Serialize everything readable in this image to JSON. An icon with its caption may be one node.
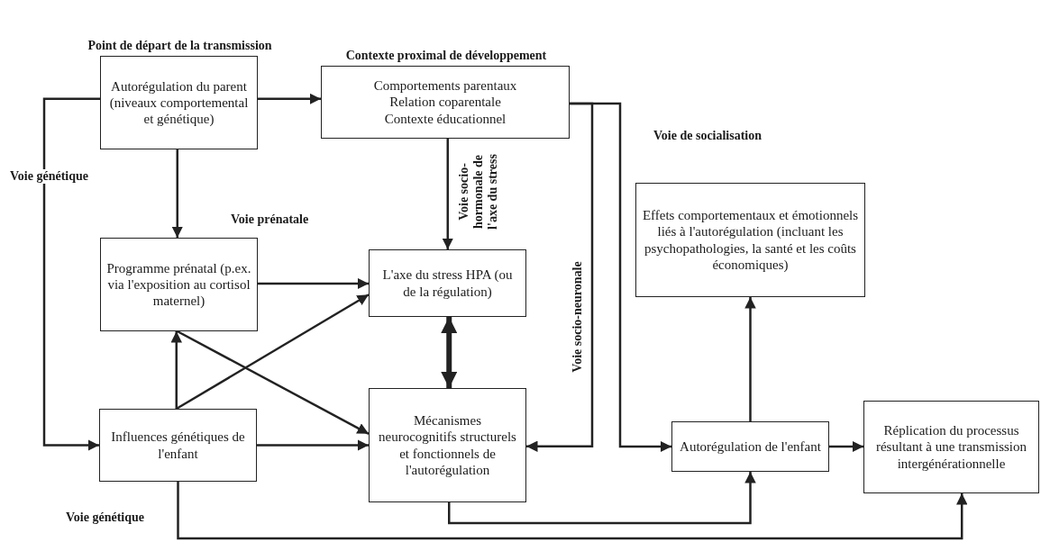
{
  "diagram": {
    "nodes": [
      {
        "text": [
          "Point de départ de la transmission",
          "Autorégulation du parent (niveaux comportemental et génétique)"
        ]
      },
      {
        "text": [
          "Contexte proximal de développement",
          "Comportements parentaux",
          "Relation coparentale",
          "Contexte éducationnel"
        ]
      },
      {
        "text": [
          "Programme prénatal (p.ex. via l'exposition au cortisol maternel)"
        ]
      },
      {
        "text": [
          "L'axe du stress HPA (ou de la régulation)"
        ]
      },
      {
        "text": [
          "Effets comportementaux et émotionnels liés à l'autorégulation (incluant les psychopathologies, la santé et les coûts économiques)"
        ]
      },
      {
        "text": [
          "Influences génétiques de l'enfant"
        ]
      },
      {
        "text": [
          "Mécanismes neurocognitifs structurels et fonctionnels de l'autorégulation"
        ]
      },
      {
        "text": [
          "Autorégulation de l'enfant"
        ]
      },
      {
        "text": [
          "Réplication du processus résultant à une transmission intergénérationnelle"
        ]
      }
    ],
    "edges": [
      {
        "from": 0,
        "to": 1,
        "arrow": "to"
      },
      {
        "from": 0,
        "to": 2,
        "arrow": "to"
      },
      {
        "from": 0,
        "to": 5,
        "arrow": "to",
        "label": "Voie génétique"
      },
      {
        "from": 1,
        "to": 3,
        "arrow": "to",
        "label": "Voie socio-hormonale de l'axe du stress"
      },
      {
        "from": 1,
        "to": 6,
        "arrow": "to",
        "label": "Voie socio-neuronale"
      },
      {
        "from": 1,
        "to": 7,
        "arrow": "to"
      },
      {
        "from": 2,
        "to": 3,
        "arrow": "to"
      },
      {
        "from": 2,
        "to": 6,
        "arrow": "to"
      },
      {
        "from": 5,
        "to": 2,
        "arrow": "to"
      },
      {
        "from": 5,
        "to": 3,
        "arrow": "to"
      },
      {
        "from": 5,
        "to": 6,
        "arrow": "to"
      },
      {
        "from": 3,
        "to": 6,
        "arrow": "both",
        "style": "thick"
      },
      {
        "from": 6,
        "to": 7,
        "arrow": "to"
      },
      {
        "from": 7,
        "to": 4,
        "arrow": "to"
      },
      {
        "from": 7,
        "to": 8,
        "arrow": "to"
      },
      {
        "from": 5,
        "to": 8,
        "arrow": "to",
        "label": "Voie génétique"
      }
    ],
    "labels": [
      "Voie prénatale",
      "Voie de socialisation"
    ]
  }
}
